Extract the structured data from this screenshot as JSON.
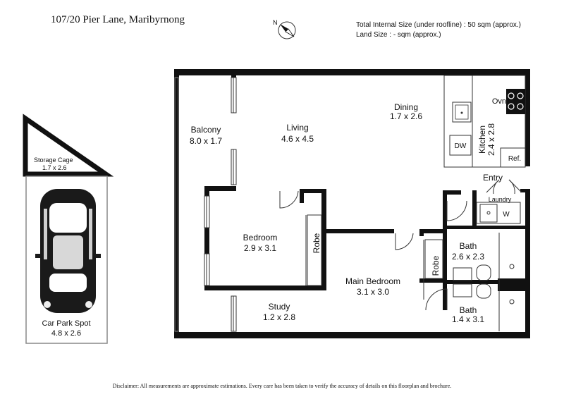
{
  "header": {
    "address": "107/20 Pier Lane, Maribyrnong",
    "internal_size": "Total Internal Size (under roofline) :  50 sqm (approx.)",
    "land_size": "Land Size :  - sqm (approx.)"
  },
  "compass": {
    "label": "N"
  },
  "rooms": {
    "balcony": {
      "name": "Balcony",
      "dims": "8.0 x 1.7"
    },
    "living": {
      "name": "Living",
      "dims": "4.6 x 4.5"
    },
    "dining": {
      "name": "Dining",
      "dims": "1.7 x 2.6"
    },
    "kitchen": {
      "name": "Kitchen",
      "dims": "2.4 x 2.8"
    },
    "bedroom": {
      "name": "Bedroom",
      "dims": "2.9 x 3.1"
    },
    "main_bedroom": {
      "name": "Main Bedroom",
      "dims": "3.1 x 3.0"
    },
    "study": {
      "name": "Study",
      "dims": "1.2 x 2.8"
    },
    "bath1": {
      "name": "Bath",
      "dims": "2.6 x 2.3"
    },
    "bath2": {
      "name": "Bath",
      "dims": "1.4 x 3.1"
    },
    "storage": {
      "name": "Storage Cage",
      "dims": "1.7 x 2.6"
    },
    "car_park": {
      "name": "Car Park Spot",
      "dims": "4.8 x 2.6"
    }
  },
  "labels": {
    "oven": "Ovn",
    "dishwasher": "DW",
    "fridge": "Ref.",
    "entry": "Entry",
    "laundry": "Laundry",
    "washer": "W",
    "robe": "Robe"
  },
  "footer": {
    "disclaimer": "Disclaimer: All measurements are approximate estimations. Every care has been taken to verify the accuracy of details on this floorplan and brochure."
  }
}
